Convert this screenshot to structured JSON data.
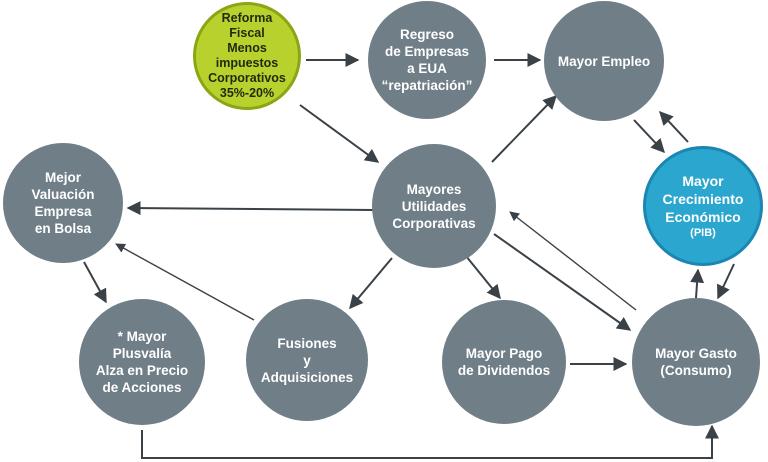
{
  "nodes": {
    "reforma": "Reforma\nFiscal\nMenos\nimpuestos\nCorporativos\n35%-20%",
    "regreso": "Regreso\nde Empresas\na EUA\n“repatriación”",
    "empleo": "Mayor Empleo",
    "crecimiento": "Mayor\nCrecimiento\nEconómico",
    "crecimiento_sub": "(PIB)",
    "valuacion": "Mejor\nValuación\nEmpresa\nen Bolsa",
    "utilidades": "Mayores\nUtilidades\nCorporativas",
    "plusvalia": "* Mayor\nPlusvalía\nAlza en Precio\nde Acciones",
    "fusiones": "Fusiones\ny\nAdquisiciones",
    "dividendos": "Mayor Pago\nde Dividendos",
    "gasto": "Mayor Gasto\n(Consumo)"
  },
  "colors": {
    "gray": "#6f7e87",
    "green": "#b9d12d",
    "blue": "#2ba6cf",
    "arrow": "#3a4248"
  }
}
